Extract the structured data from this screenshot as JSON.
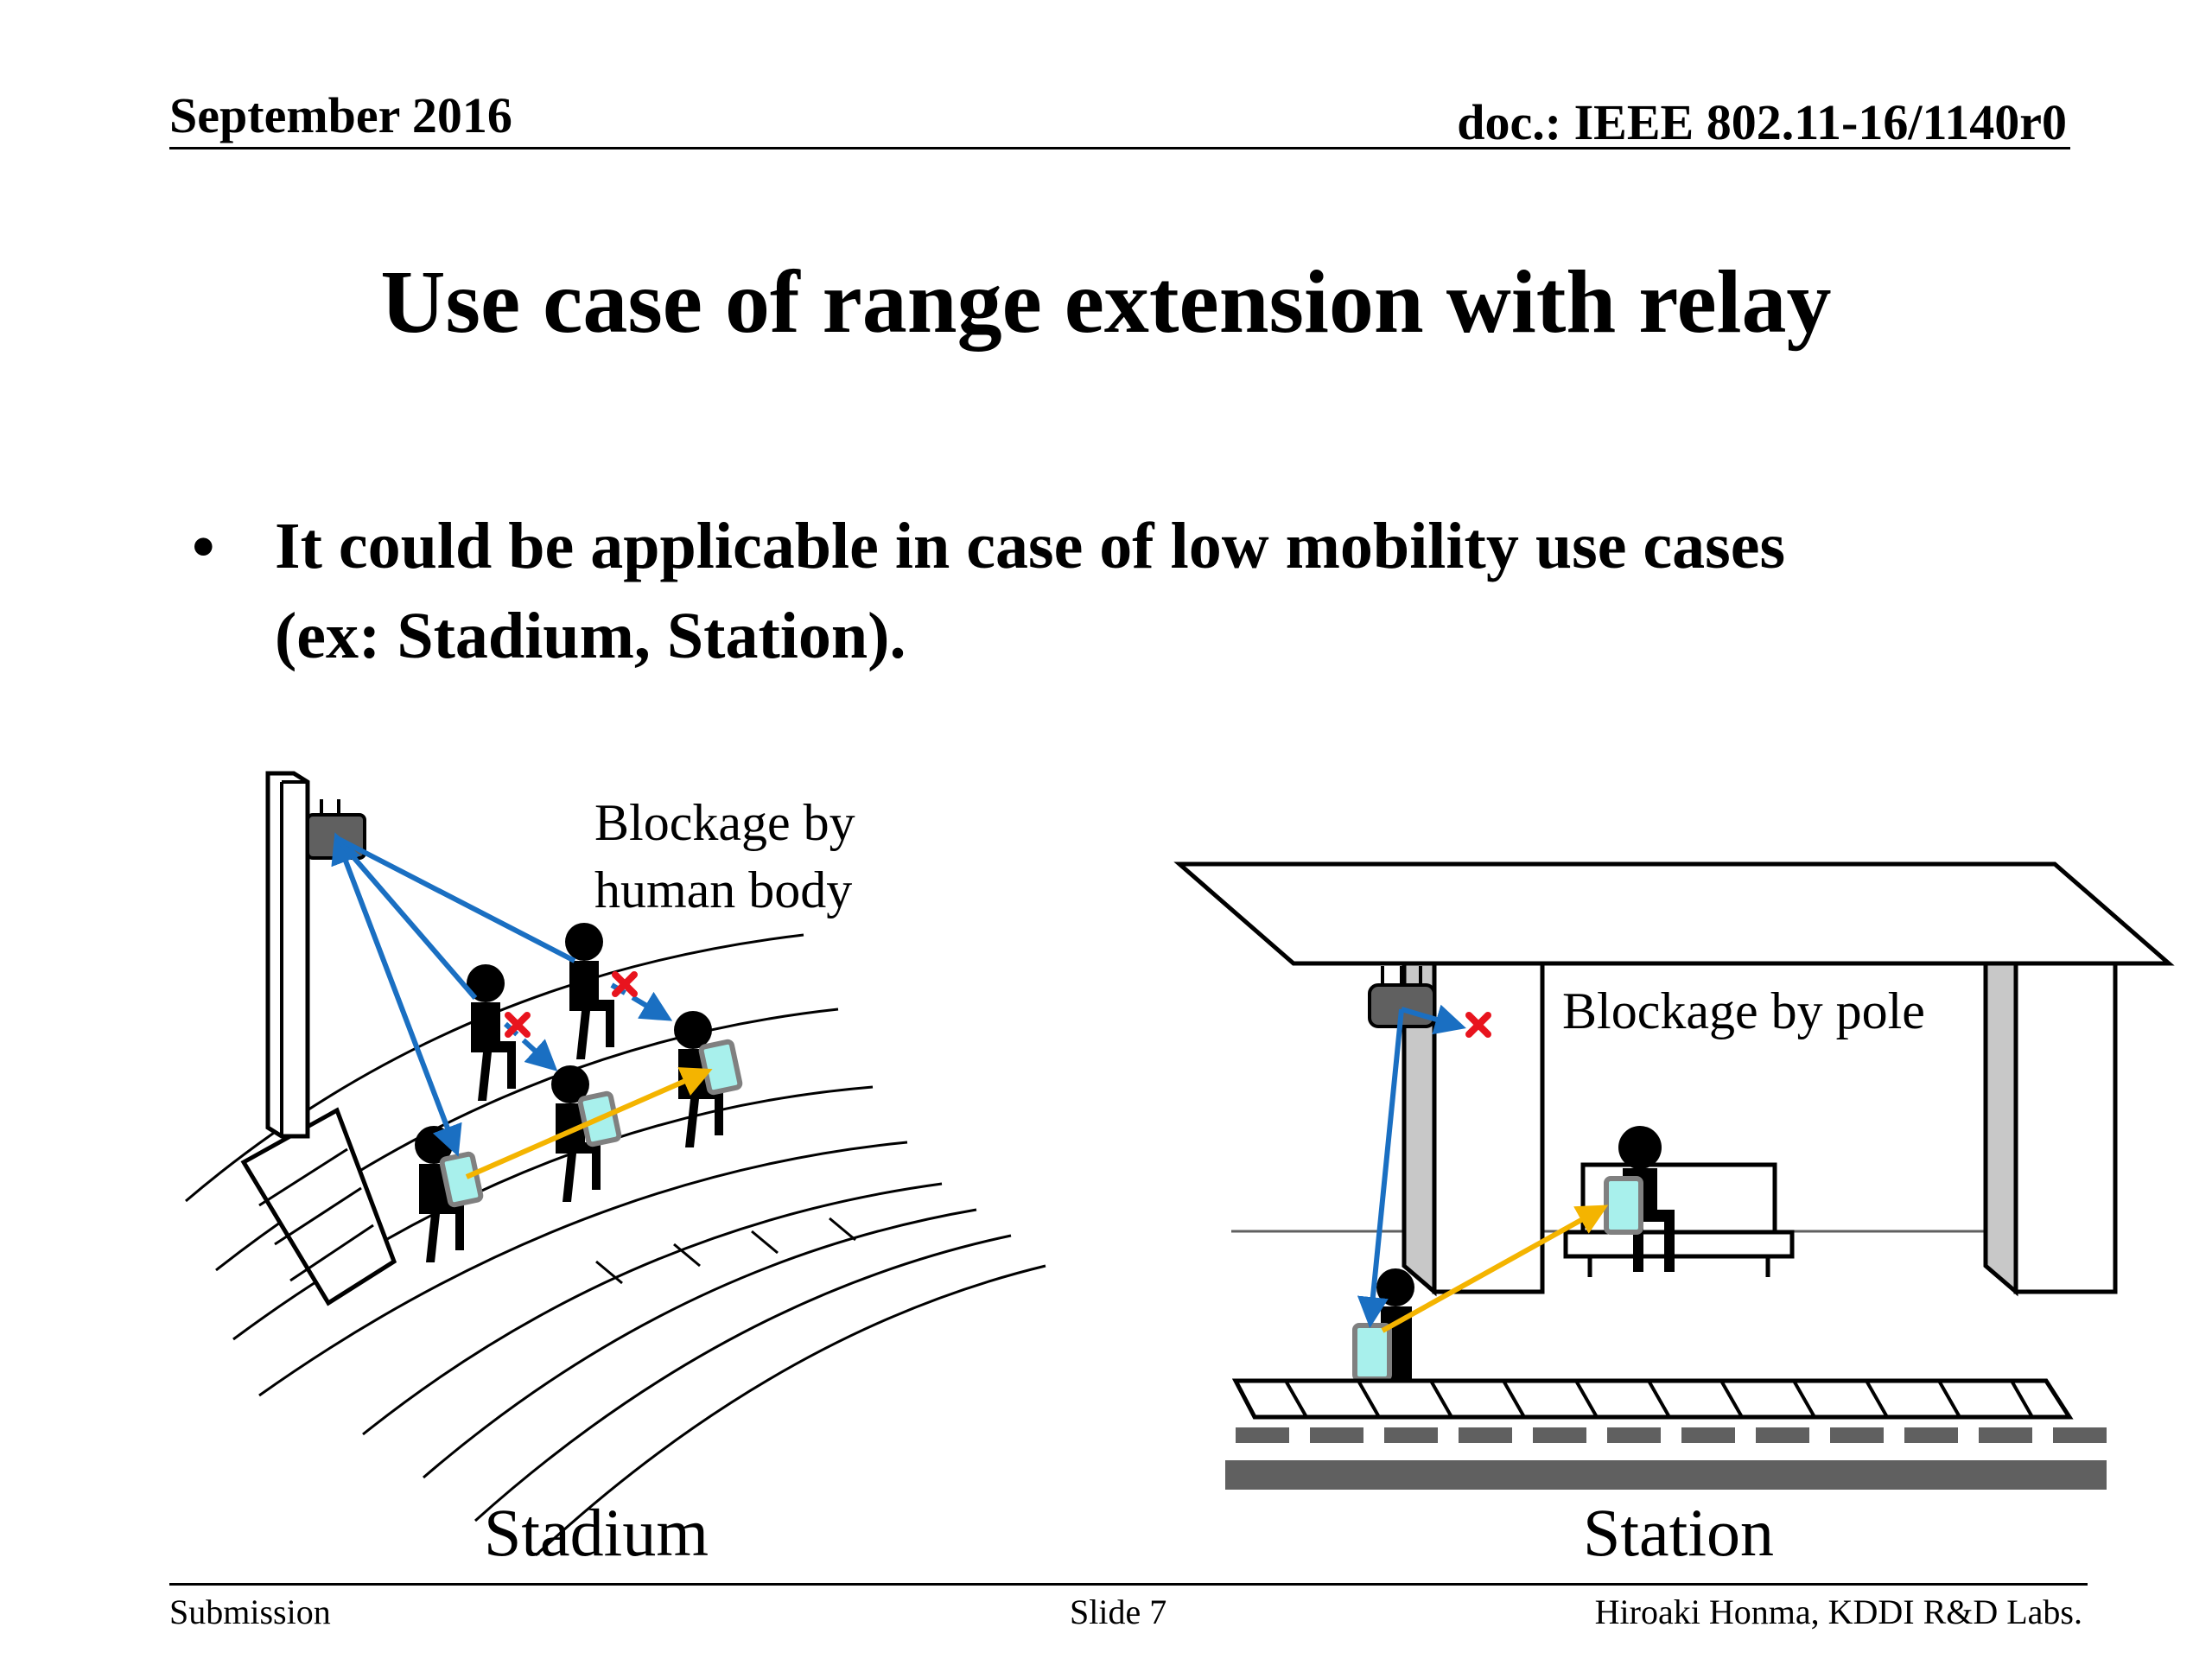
{
  "header": {
    "date": "September 2016",
    "doc": "doc.: IEEE 802.11-16/1140r0"
  },
  "title": "Use case of range extension with relay",
  "bullet": {
    "marker": "•",
    "line1": "It could be applicable in case of low mobility use cases",
    "line2": "(ex: Stadium, Station)."
  },
  "figure": {
    "stadium": {
      "note_line1": "Blockage by",
      "note_line2": "human body",
      "caption": "Stadium"
    },
    "station": {
      "note": "Blockage by pole",
      "caption": "Station"
    },
    "colors": {
      "direct_link": "#1a6fc2",
      "relay_link": "#f4b400",
      "blocked": "#e8141e",
      "device": "#a8f0ec",
      "device_frame": "#808080",
      "pole": "#c8c8c8",
      "track": "#606060"
    },
    "icons": [
      "access-point-icon",
      "person-icon",
      "tablet-icon",
      "blocked-x-icon",
      "bench-icon",
      "rail-track-icon",
      "stadium-pole-icon"
    ]
  },
  "footer": {
    "left": "Submission",
    "center": "Slide 7",
    "right": "Hiroaki Honma, KDDI R&D Labs."
  }
}
